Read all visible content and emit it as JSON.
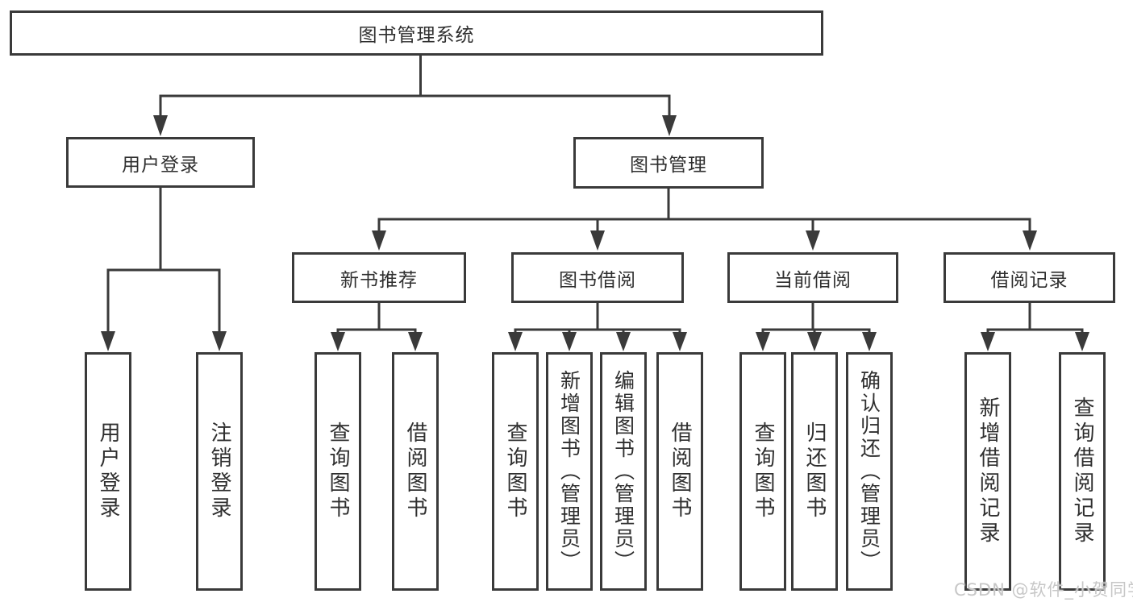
{
  "tree": {
    "label": "图书管理系统",
    "children": [
      {
        "label": "用户登录",
        "children": [
          {
            "label": "用户登录"
          },
          {
            "label": "注销登录"
          }
        ]
      },
      {
        "label": "图书管理",
        "children": [
          {
            "label": "新书推荐",
            "children": [
              {
                "label": "查询图书"
              },
              {
                "label": "借阅图书"
              }
            ]
          },
          {
            "label": "图书借阅",
            "children": [
              {
                "label": "查询图书"
              },
              {
                "label": "新增图书（管理员）"
              },
              {
                "label": "编辑图书（管理员）"
              },
              {
                "label": "借阅图书"
              }
            ]
          },
          {
            "label": "当前借阅",
            "children": [
              {
                "label": "查询图书"
              },
              {
                "label": "归还图书"
              },
              {
                "label": "确认归还（管理员）"
              }
            ]
          },
          {
            "label": "借阅记录",
            "children": [
              {
                "label": "新增借阅记录"
              },
              {
                "label": "查询借阅记录"
              }
            ]
          }
        ]
      }
    ]
  },
  "watermark": {
    "text": "CSDN @软件_小贺同学"
  },
  "colors": {
    "line": "#3a3a3a",
    "box_border": "#3a3a3a",
    "text": "#2f2f2f",
    "watermark": "#c7c7c7",
    "background": "#ffffff"
  }
}
